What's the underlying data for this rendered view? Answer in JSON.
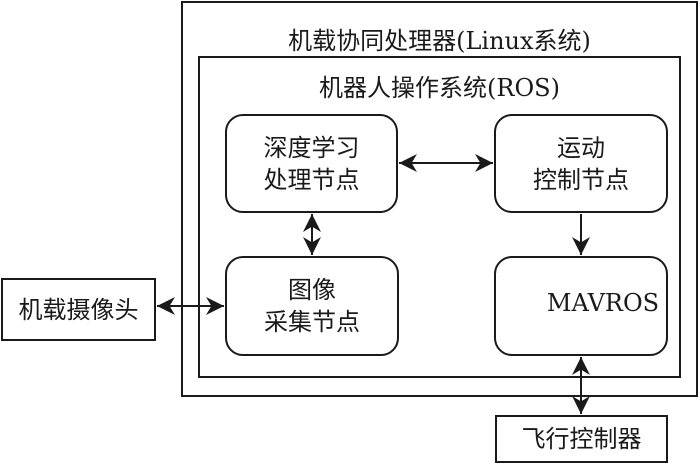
{
  "outer": {
    "title": "机载协同处理器(Linux系统)"
  },
  "inner": {
    "title": "机器人操作系统(ROS)"
  },
  "nodes": {
    "deep_learning": {
      "line1": "深度学习",
      "line2": "处理节点"
    },
    "motion_control": {
      "line1": "运动",
      "line2": "控制节点"
    },
    "image_capture": {
      "line1": "图像",
      "line2": "采集节点"
    },
    "mavros": {
      "line1": "MAVROS"
    },
    "camera": {
      "line1": "机载摄像头"
    },
    "flight_controller": {
      "line1": "飞行控制器"
    }
  },
  "connections": [
    {
      "from": "deep_learning",
      "to": "motion_control",
      "direction": "bidirectional"
    },
    {
      "from": "deep_learning",
      "to": "image_capture",
      "direction": "bidirectional"
    },
    {
      "from": "motion_control",
      "to": "mavros",
      "direction": "forward"
    },
    {
      "from": "camera",
      "to": "image_capture",
      "direction": "bidirectional"
    },
    {
      "from": "mavros",
      "to": "flight_controller",
      "direction": "bidirectional"
    }
  ]
}
